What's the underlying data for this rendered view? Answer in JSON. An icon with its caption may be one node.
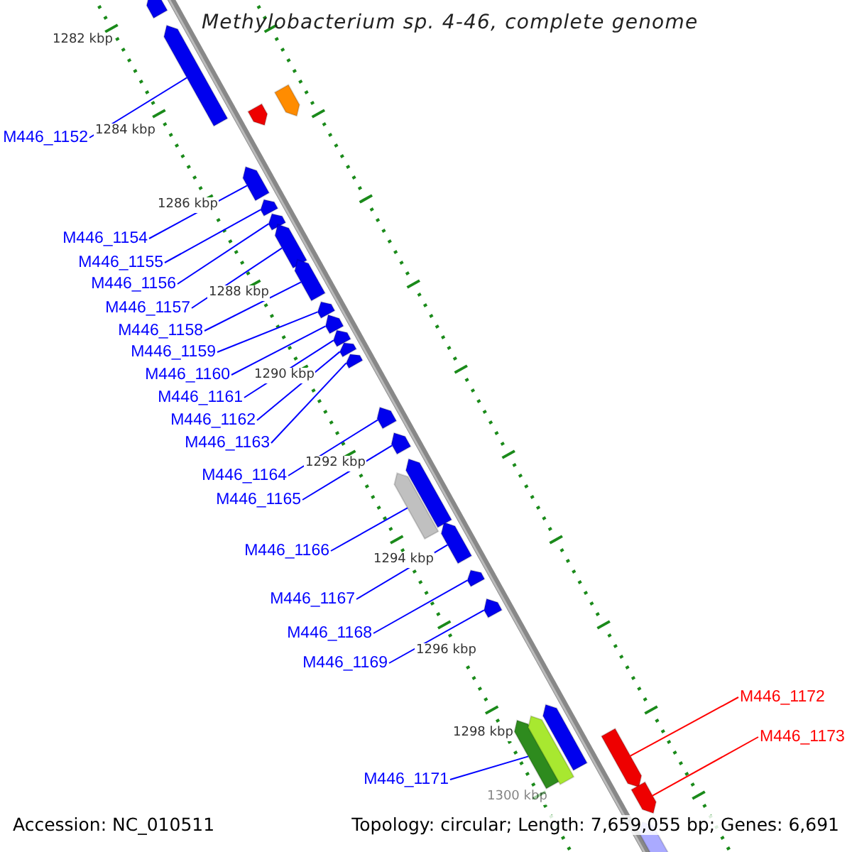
{
  "diagram": {
    "title": "Methylobacterium sp. 4-46, complete genome",
    "nodes": [
      {
        "text": [
          "M446_1152"
        ]
      },
      {
        "text": [
          "M446_1154"
        ]
      },
      {
        "text": [
          "M446_1155"
        ]
      },
      {
        "text": [
          "M446_1156"
        ]
      },
      {
        "text": [
          "M446_1157"
        ]
      },
      {
        "text": [
          "M446_1158"
        ]
      },
      {
        "text": [
          "M446_1159"
        ]
      },
      {
        "text": [
          "M446_1160"
        ]
      },
      {
        "text": [
          "M446_1161"
        ]
      },
      {
        "text": [
          "M446_1162"
        ]
      },
      {
        "text": [
          "M446_1163"
        ]
      },
      {
        "text": [
          "M446_1164"
        ]
      },
      {
        "text": [
          "M446_1165"
        ]
      },
      {
        "text": [
          "M446_1166"
        ]
      },
      {
        "text": [
          "M446_1167"
        ]
      },
      {
        "text": [
          "M446_1168"
        ]
      },
      {
        "text": [
          "M446_1169"
        ]
      },
      {
        "text": [
          "M446_1171"
        ]
      },
      {
        "text": [
          "M446_1172"
        ]
      },
      {
        "text": [
          "M446_1173"
        ]
      },
      {
        "text": [],
        "shape": "arrow"
      },
      {
        "text": [],
        "shape": "arrow"
      },
      {
        "text": [],
        "shape": "arrow"
      },
      {
        "text": [],
        "shape": "arrow"
      },
      {
        "text": [],
        "shape": "arrow"
      },
      {
        "text": [],
        "shape": "arrow"
      },
      {
        "text": [],
        "shape": "arrow"
      },
      {
        "text": [],
        "shape": "arrow"
      },
      {
        "text": [],
        "shape": "arrow"
      },
      {
        "text": [],
        "shape": "arrow"
      },
      {
        "text": [],
        "shape": "arrow"
      },
      {
        "text": [],
        "shape": "arrow"
      },
      {
        "text": [],
        "shape": "arrow"
      },
      {
        "text": [],
        "shape": "arrow"
      },
      {
        "text": [],
        "shape": "arrow"
      },
      {
        "text": [],
        "shape": "arrow"
      },
      {
        "text": [],
        "shape": "arrow"
      },
      {
        "text": [],
        "shape": "arrow"
      },
      {
        "text": [],
        "shape": "arrow"
      },
      {
        "text": [],
        "shape": "arrow"
      },
      {
        "text": [],
        "shape": "arrow"
      },
      {
        "text": [],
        "shape": "arrow"
      },
      {
        "text": [],
        "shape": "arrow"
      },
      {
        "text": [],
        "shape": "arrow"
      },
      {
        "text": [],
        "shape": "arrow"
      },
      {
        "text": [],
        "shape": "arrow"
      },
      {
        "text": [],
        "shape": "arrow"
      }
    ],
    "edges": [
      {
        "from": 0,
        "to": 20,
        "arrow": "none"
      },
      {
        "from": 1,
        "to": 21,
        "arrow": "none"
      },
      {
        "from": 2,
        "to": 22,
        "arrow": "none"
      },
      {
        "from": 3,
        "to": 23,
        "arrow": "none"
      },
      {
        "from": 4,
        "to": 24,
        "arrow": "none"
      },
      {
        "from": 5,
        "to": 25,
        "arrow": "none"
      },
      {
        "from": 6,
        "to": 26,
        "arrow": "none"
      },
      {
        "from": 7,
        "to": 27,
        "arrow": "none"
      },
      {
        "from": 8,
        "to": 28,
        "arrow": "none"
      },
      {
        "from": 9,
        "to": 29,
        "arrow": "none"
      },
      {
        "from": 10,
        "to": 30,
        "arrow": "none"
      },
      {
        "from": 11,
        "to": 31,
        "arrow": "none"
      },
      {
        "from": 12,
        "to": 32,
        "arrow": "none"
      },
      {
        "from": 13,
        "to": 33,
        "arrow": "none"
      },
      {
        "from": 14,
        "to": 34,
        "arrow": "none"
      },
      {
        "from": 15,
        "to": 35,
        "arrow": "none"
      },
      {
        "from": 16,
        "to": 36,
        "arrow": "none"
      },
      {
        "from": 17,
        "to": 37,
        "arrow": "none"
      },
      {
        "from": 18,
        "to": 38,
        "arrow": "none",
        "color": "#ff0000"
      },
      {
        "from": 19,
        "to": 39,
        "arrow": "none",
        "color": "#ff0000"
      }
    ],
    "labels": [
      "1282 kbp",
      "1284 kbp",
      "1286 kbp",
      "1288 kbp",
      "1290 kbp",
      "1292 kbp",
      "1294 kbp",
      "1296 kbp",
      "1298 kbp",
      "1300 kbp",
      "Accession: NC_010511",
      "Topology: circular; Length: 7,659,055 bp; Genes: 6,691"
    ]
  }
}
